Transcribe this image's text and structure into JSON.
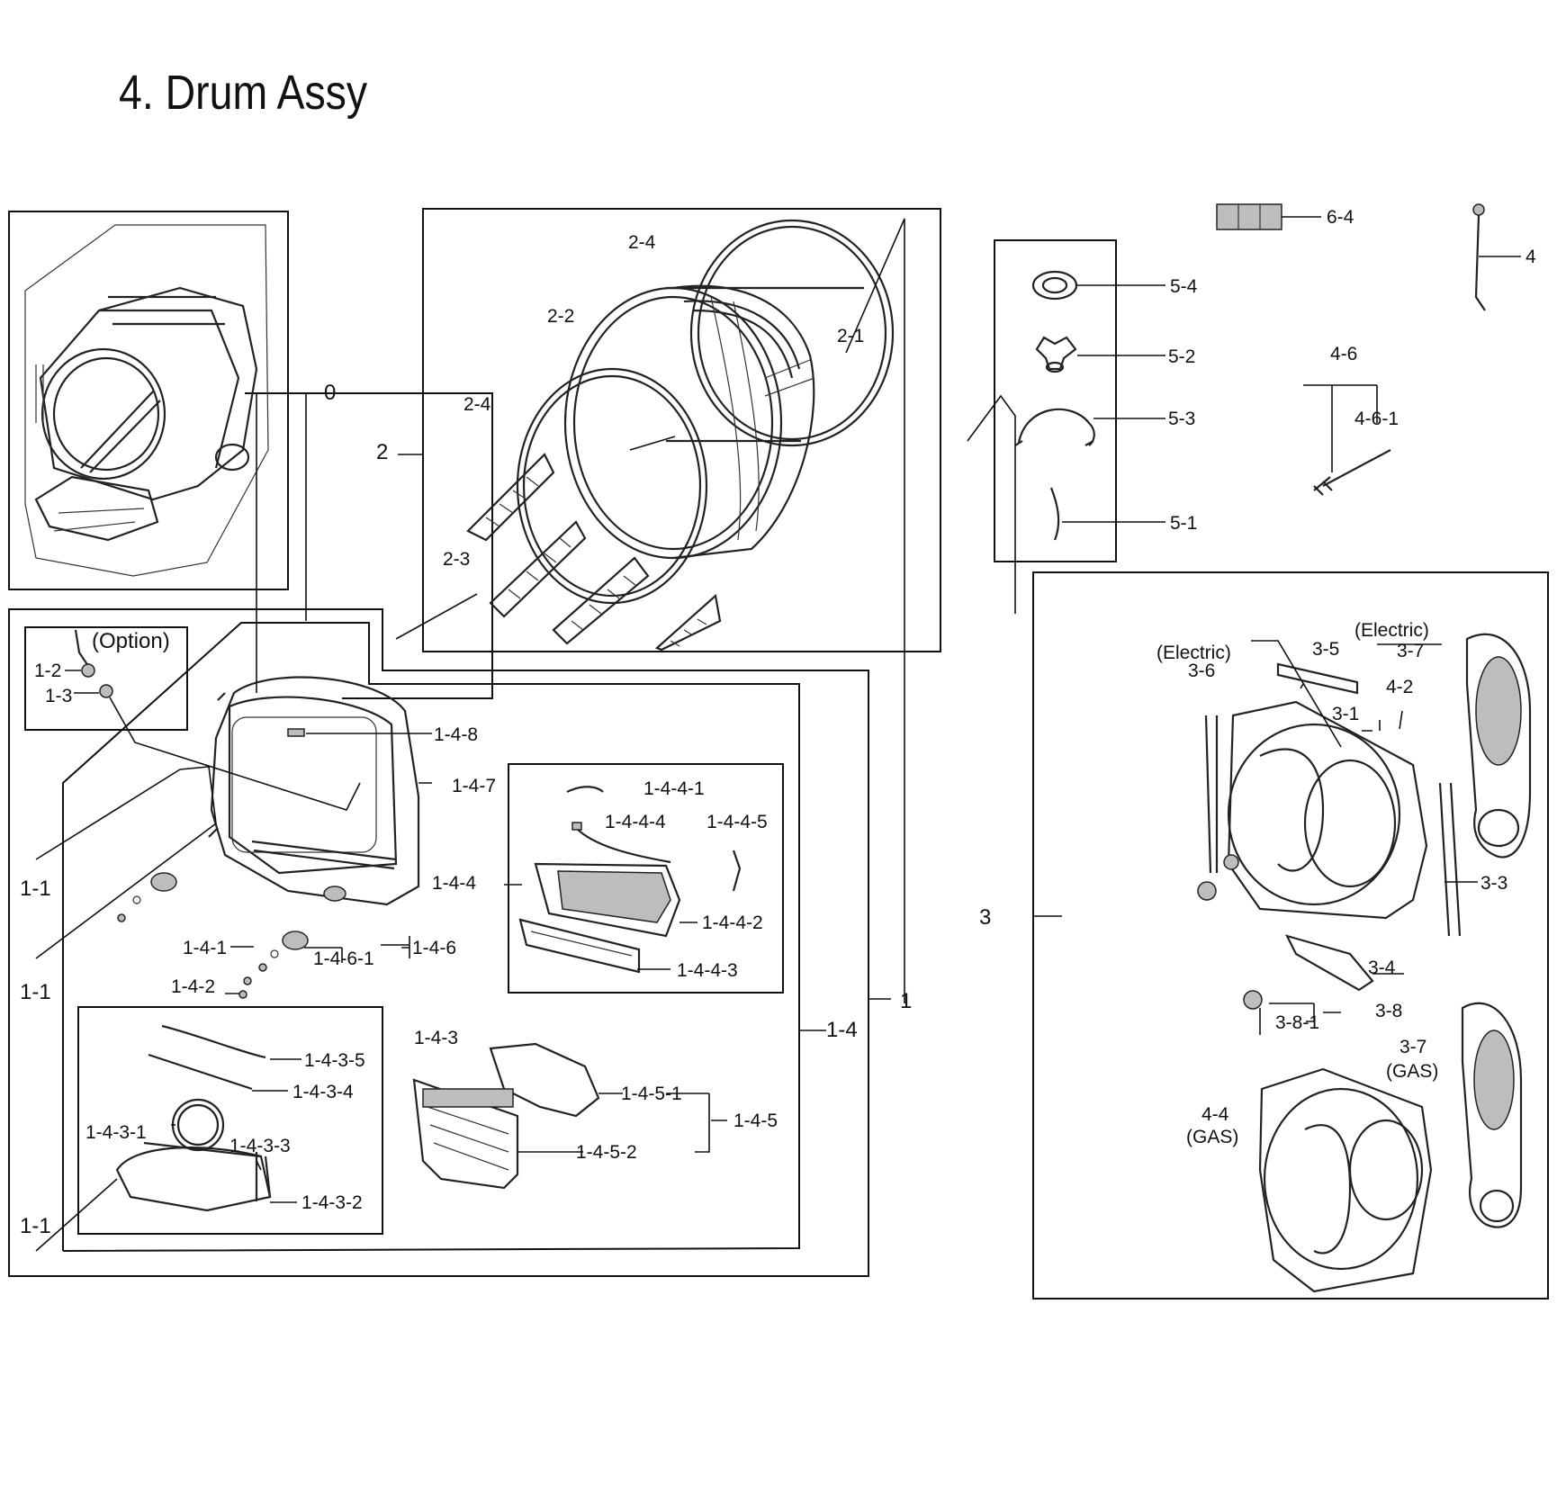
{
  "title": "4. Drum Assy",
  "callouts": {
    "c0": "0",
    "c1": "1",
    "c2": "2",
    "c3": "3",
    "c4": "4",
    "c1_1a": "1-1",
    "c1_1b": "1-1",
    "c1_1c": "1-1",
    "c1_2": "1-2",
    "c1_3": "1-3",
    "option": "(Option)",
    "c1_4": "1-4",
    "c1_4_1": "1-4-1",
    "c1_4_2": "1-4-2",
    "c1_4_3": "1-4-3",
    "c1_4_3_1": "1-4-3-1",
    "c1_4_3_2": "1-4-3-2",
    "c1_4_3_3": "1-4-3-3",
    "c1_4_3_4": "1-4-3-4",
    "c1_4_3_5": "1-4-3-5",
    "c1_4_4": "1-4-4",
    "c1_4_4_1": "1-4-4-1",
    "c1_4_4_2": "1-4-4-2",
    "c1_4_4_3": "1-4-4-3",
    "c1_4_4_4": "1-4-4-4",
    "c1_4_4_5": "1-4-4-5",
    "c1_4_5": "1-4-5",
    "c1_4_5_1": "1-4-5-1",
    "c1_4_5_2": "1-4-5-2",
    "c1_4_6": "1-4-6",
    "c1_4_6_1": "1-4-6-1",
    "c1_4_7": "1-4-7",
    "c1_4_8": "1-4-8",
    "c2_1": "2-1",
    "c2_2": "2-2",
    "c2_3": "2-3",
    "c2_4a": "2-4",
    "c2_4b": "2-4",
    "c3_1": "3-1",
    "c3_3": "3-3",
    "c3_4": "3-4",
    "c3_5": "3-5",
    "c3_6": "3-6",
    "c3_7a": "3-7",
    "c3_7b": "3-7",
    "c3_8": "3-8",
    "c3_8_1": "3-8-1",
    "electric_a": "(Electric)",
    "electric_b": "(Electric)",
    "gas_a": "(GAS)",
    "gas_b": "(GAS)",
    "c4_2": "4-2",
    "c4_4": "4-4",
    "c4_6": "4-6",
    "c4_6_1": "4-6-1",
    "c5_1": "5-1",
    "c5_2": "5-2",
    "c5_3": "5-3",
    "c5_4": "5-4",
    "c6_4": "6-4"
  }
}
